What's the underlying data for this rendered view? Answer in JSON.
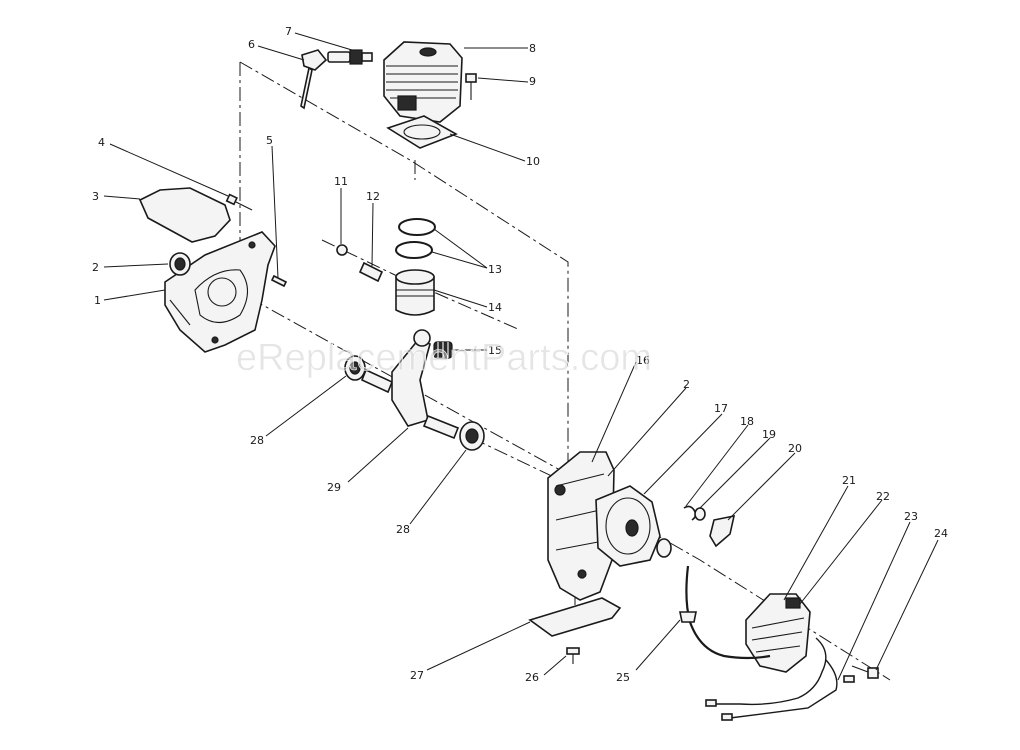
{
  "watermark": "eReplacementParts.com",
  "callouts": [
    {
      "id": "c1",
      "label": "1"
    },
    {
      "id": "c2a",
      "label": "2"
    },
    {
      "id": "c3",
      "label": "3"
    },
    {
      "id": "c4",
      "label": "4"
    },
    {
      "id": "c5",
      "label": "5"
    },
    {
      "id": "c6",
      "label": "6"
    },
    {
      "id": "c7",
      "label": "7"
    },
    {
      "id": "c8",
      "label": "8"
    },
    {
      "id": "c9",
      "label": "9"
    },
    {
      "id": "c10",
      "label": "10"
    },
    {
      "id": "c11",
      "label": "11"
    },
    {
      "id": "c12",
      "label": "12"
    },
    {
      "id": "c13",
      "label": "13"
    },
    {
      "id": "c14",
      "label": "14"
    },
    {
      "id": "c15",
      "label": "15"
    },
    {
      "id": "c16",
      "label": "16"
    },
    {
      "id": "c2b",
      "label": "2"
    },
    {
      "id": "c17",
      "label": "17"
    },
    {
      "id": "c18",
      "label": "18"
    },
    {
      "id": "c19",
      "label": "19"
    },
    {
      "id": "c20",
      "label": "20"
    },
    {
      "id": "c21",
      "label": "21"
    },
    {
      "id": "c22",
      "label": "22"
    },
    {
      "id": "c23",
      "label": "23"
    },
    {
      "id": "c24",
      "label": "24"
    },
    {
      "id": "c25",
      "label": "25"
    },
    {
      "id": "c26",
      "label": "26"
    },
    {
      "id": "c27",
      "label": "27"
    },
    {
      "id": "c28a",
      "label": "28"
    },
    {
      "id": "c29",
      "label": "29"
    },
    {
      "id": "c28b",
      "label": "28"
    }
  ]
}
